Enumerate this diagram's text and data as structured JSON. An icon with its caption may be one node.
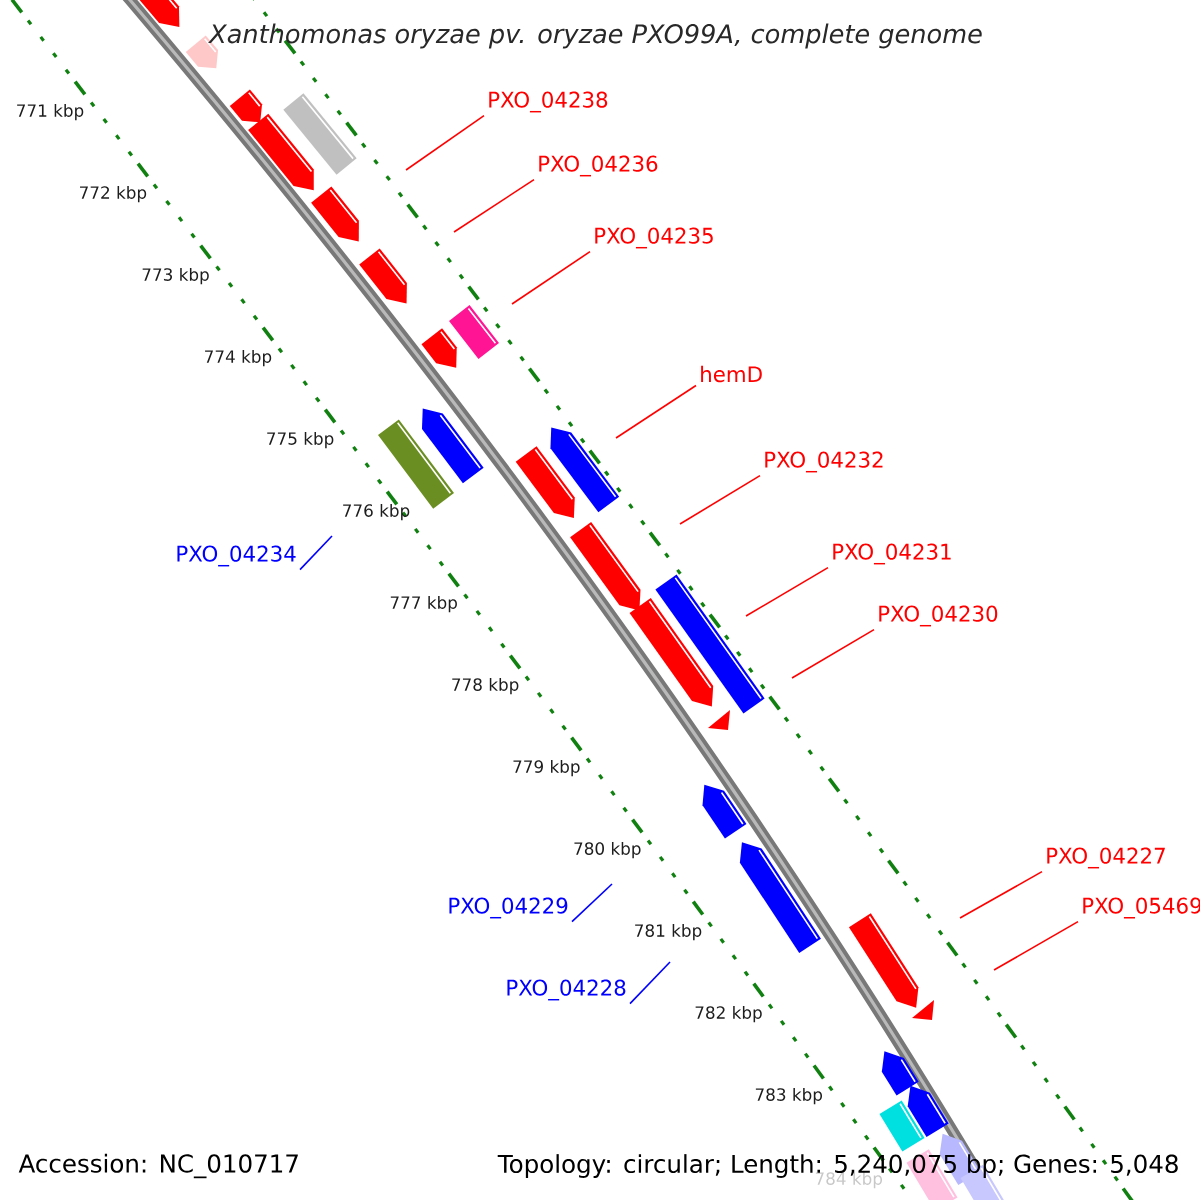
{
  "diagram": {
    "title": "Xanthomonas oryzae pv. oryzae PXO99A, complete genome",
    "nodes": [
      {
        "text": [
          "PXO_04238"
        ]
      },
      {
        "text": [
          "PXO_04236"
        ]
      },
      {
        "text": [
          "PXO_04235"
        ]
      },
      {
        "text": [
          "hemD"
        ]
      },
      {
        "text": [
          "PXO_04232"
        ]
      },
      {
        "text": [
          "PXO_04234"
        ]
      },
      {
        "text": [
          "PXO_04231"
        ]
      },
      {
        "text": [
          "PXO_04230"
        ]
      },
      {
        "text": [
          "PXO_04227"
        ]
      },
      {
        "text": [
          "PXO_04229"
        ]
      },
      {
        "text": [
          "PXO_05469"
        ]
      },
      {
        "text": [
          "PXO_04228"
        ]
      }
    ],
    "edges": [
      {
        "from": 0,
        "to": null,
        "arrow": "none"
      },
      {
        "from": 1,
        "to": null,
        "arrow": "none"
      },
      {
        "from": 2,
        "to": null,
        "arrow": "none"
      },
      {
        "from": 3,
        "to": null,
        "arrow": "none"
      },
      {
        "from": 4,
        "to": null,
        "arrow": "none"
      },
      {
        "from": 5,
        "to": null,
        "arrow": "none",
        "color": "#0000ff"
      },
      {
        "from": 6,
        "to": null,
        "arrow": "none"
      },
      {
        "from": 7,
        "to": null,
        "arrow": "none"
      },
      {
        "from": 8,
        "to": null,
        "arrow": "none"
      },
      {
        "from": 9,
        "to": null,
        "arrow": "none",
        "color": "#0000ff"
      },
      {
        "from": 10,
        "to": null,
        "arrow": "none"
      },
      {
        "from": 11,
        "to": null,
        "arrow": "none",
        "color": "#0000ff"
      }
    ],
    "labels": [
      "771 kbp",
      "772 kbp",
      "773 kbp",
      "774 kbp",
      "775 kbp",
      "776 kbp",
      "777 kbp",
      "778 kbp",
      "779 kbp",
      "780 kbp",
      "781 kbp",
      "782 kbp",
      "783 kbp",
      "784 kbp",
      "Accession: NC_010717",
      "Topology: circular; Length: 5,240,075 bp; Genes: 5,048"
    ]
  }
}
